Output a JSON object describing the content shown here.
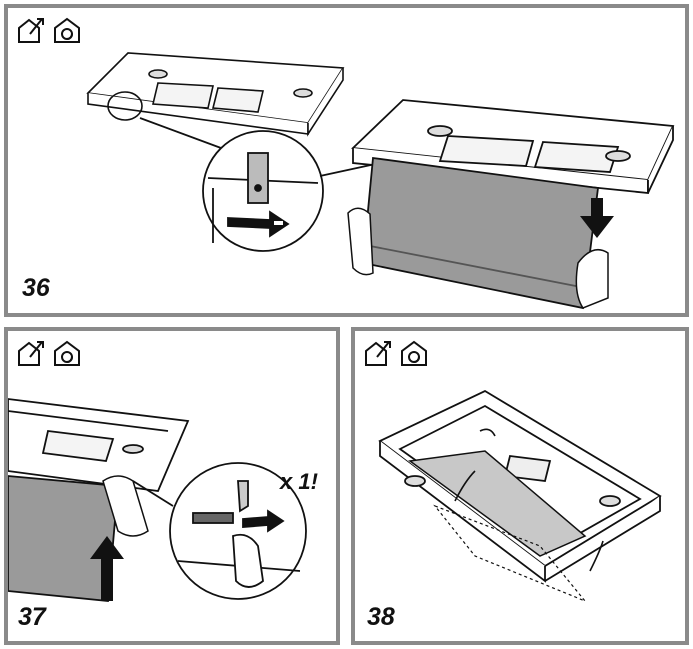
{
  "panels": [
    {
      "step": "36",
      "icons": [
        "ducted-extraction-icon",
        "recirculation-icon"
      ]
    },
    {
      "step": "37",
      "icons": [
        "ducted-extraction-icon",
        "recirculation-icon"
      ],
      "note": "x 1!"
    },
    {
      "step": "38",
      "icons": [
        "ducted-extraction-icon",
        "recirculation-icon"
      ]
    }
  ],
  "colors": {
    "frame": "#8a8a8a",
    "line": "#111111",
    "panel_fill": "#9a9a9a",
    "filter_fill": "#d8d8d8"
  }
}
